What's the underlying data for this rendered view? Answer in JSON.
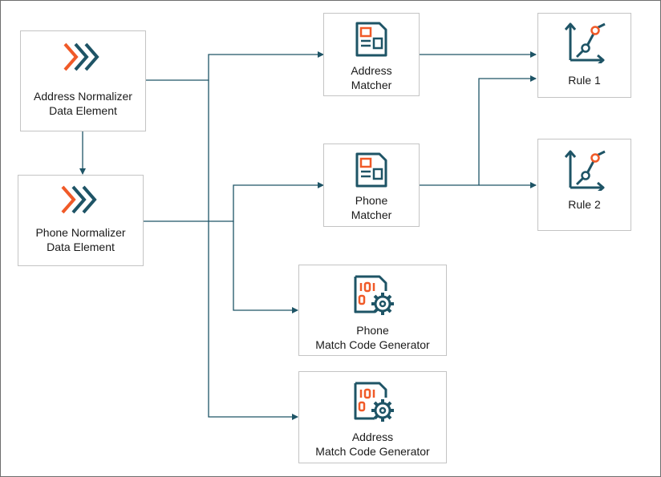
{
  "colors": {
    "primary": "#1e5466",
    "accent": "#f05a28",
    "border": "#c4c4c4",
    "line": "#1e5466"
  },
  "nodes": {
    "address_normalizer": {
      "icon": "chevrons-icon",
      "line1": "Address Normalizer",
      "line2": "Data Element"
    },
    "phone_normalizer": {
      "icon": "chevrons-icon",
      "line1": "Phone Normalizer",
      "line2": "Data Element"
    },
    "address_matcher": {
      "icon": "matcher-document-icon",
      "line1": "Address",
      "line2": "Matcher"
    },
    "phone_matcher": {
      "icon": "matcher-document-icon",
      "line1": "Phone",
      "line2": "Matcher"
    },
    "phone_mcg": {
      "icon": "binary-gear-document-icon",
      "line1": "Phone",
      "line2": "Match Code Generator"
    },
    "address_mcg": {
      "icon": "binary-gear-document-icon",
      "line1": "Address",
      "line2": "Match Code Generator"
    },
    "rule1": {
      "icon": "rule-chart-icon",
      "line1": "Rule 1"
    },
    "rule2": {
      "icon": "rule-chart-icon",
      "line1": "Rule 2"
    }
  }
}
